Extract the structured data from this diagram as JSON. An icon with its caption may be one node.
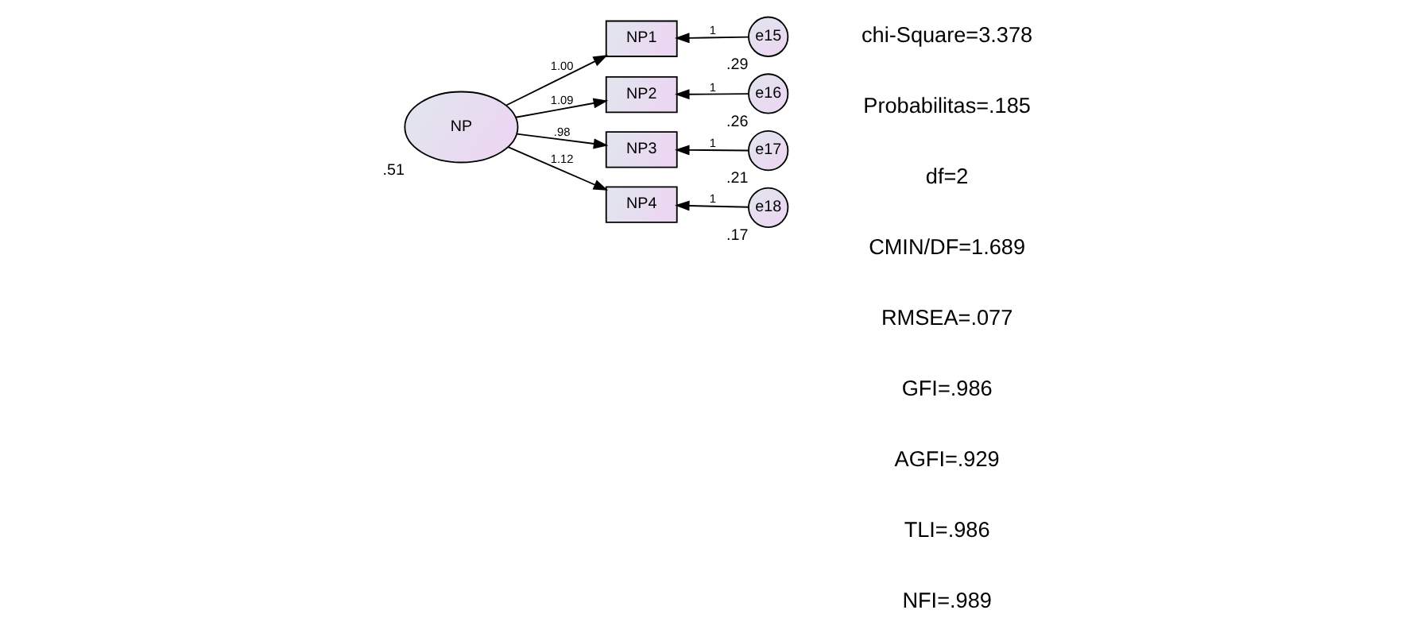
{
  "diagram": {
    "nodes": [
      {
        "text": [
          "NP"
        ],
        "beside": [
          ".51"
        ]
      },
      {
        "text": [
          "NP1"
        ]
      },
      {
        "text": [
          "NP2"
        ]
      },
      {
        "text": [
          "NP3"
        ]
      },
      {
        "text": [
          "NP4"
        ]
      },
      {
        "text": [
          "e15"
        ],
        "beside": [
          ".29"
        ]
      },
      {
        "text": [
          "e16"
        ],
        "beside": [
          ".26"
        ]
      },
      {
        "text": [
          "e17"
        ],
        "beside": [
          ".21"
        ]
      },
      {
        "text": [
          "e18"
        ],
        "beside": [
          ".17"
        ]
      }
    ],
    "edges": [
      {
        "from": 0,
        "to": 1,
        "arrow": "to",
        "label": "1.00"
      },
      {
        "from": 0,
        "to": 2,
        "arrow": "to",
        "label": "1.09"
      },
      {
        "from": 0,
        "to": 3,
        "arrow": "to",
        "label": ".98"
      },
      {
        "from": 0,
        "to": 4,
        "arrow": "to",
        "label": "1.12"
      },
      {
        "from": 5,
        "to": 1,
        "arrow": "to",
        "label": "1"
      },
      {
        "from": 6,
        "to": 2,
        "arrow": "to",
        "label": "1"
      },
      {
        "from": 7,
        "to": 3,
        "arrow": "to",
        "label": "1"
      },
      {
        "from": 8,
        "to": 4,
        "arrow": "to",
        "label": "1"
      }
    ],
    "labels": [
      "chi-Square=3.378",
      "Probabilitas=.185",
      "df=2",
      "CMIN/DF=1.689",
      "RMSEA=.077",
      "GFI=.986",
      "AGFI=.929",
      "TLI=.986",
      "NFI=.989"
    ]
  }
}
